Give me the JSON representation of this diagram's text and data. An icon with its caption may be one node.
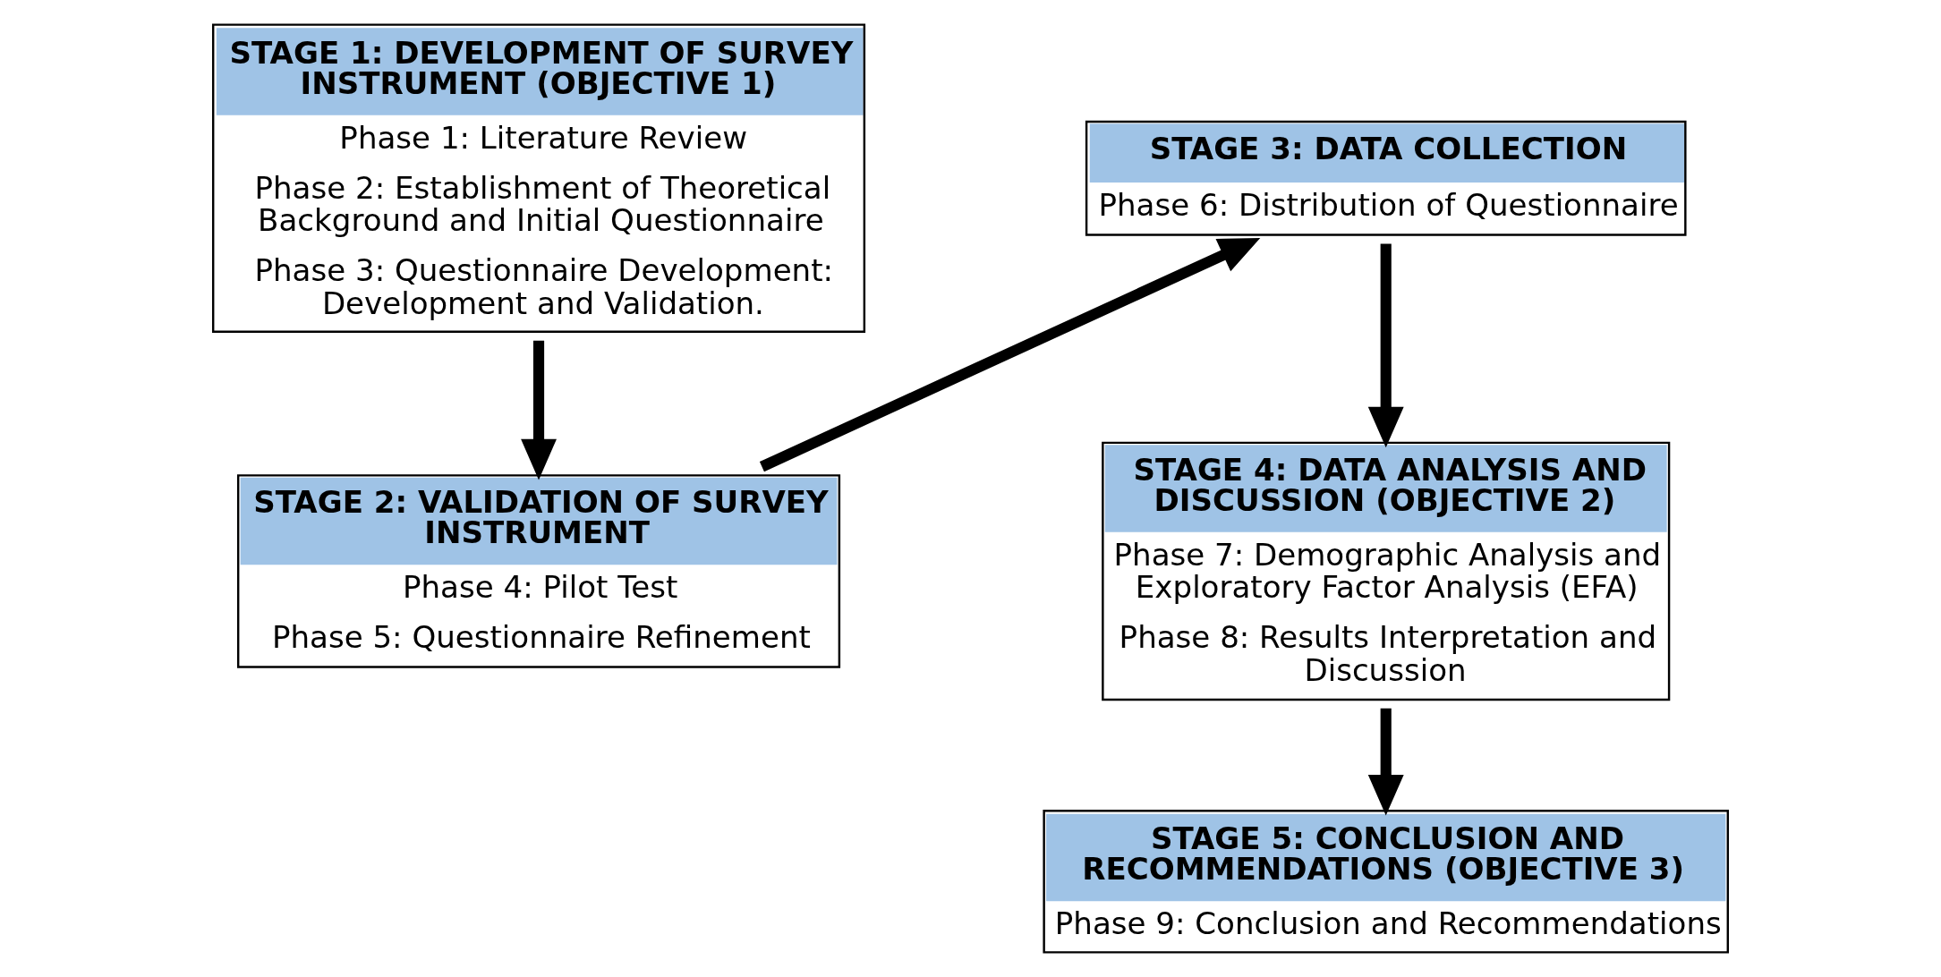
{
  "diagram": {
    "nodes": [
      {
        "text": [
          "STAGE 1: DEVELOPMENT OF SURVEY INSTRUMENT (OBJECTIVE 1)",
          "Phase 1: Literature Review",
          "Phase 2: Establishment of Theoretical Background and Initial Questionnaire",
          "Phase 3: Questionnaire Development: Development and Validation."
        ]
      },
      {
        "text": [
          "STAGE 2: VALIDATION OF SURVEY INSTRUMENT",
          "Phase 4: Pilot Test",
          "Phase 5: Questionnaire Refinement"
        ]
      },
      {
        "text": [
          "STAGE 3: DATA COLLECTION",
          "Phase 6: Distribution of Questionnaire"
        ]
      },
      {
        "text": [
          "STAGE 4: DATA ANALYSIS AND DISCUSSION (OBJECTIVE 2)",
          "Phase 7: Demographic Analysis and Exploratory Factor Analysis (EFA)",
          "Phase 8: Results Interpretation and Discussion"
        ]
      },
      {
        "text": [
          "STAGE 5: CONCLUSION AND RECOMMENDATIONS (OBJECTIVE 3)",
          "Phase 9: Conclusion and Recommendations"
        ]
      }
    ],
    "edges": [
      {
        "from": 0,
        "to": 1,
        "arrow": "to"
      },
      {
        "from": 1,
        "to": 2,
        "arrow": "to"
      },
      {
        "from": 2,
        "to": 3,
        "arrow": "to"
      },
      {
        "from": 3,
        "to": 4,
        "arrow": "to"
      }
    ]
  }
}
